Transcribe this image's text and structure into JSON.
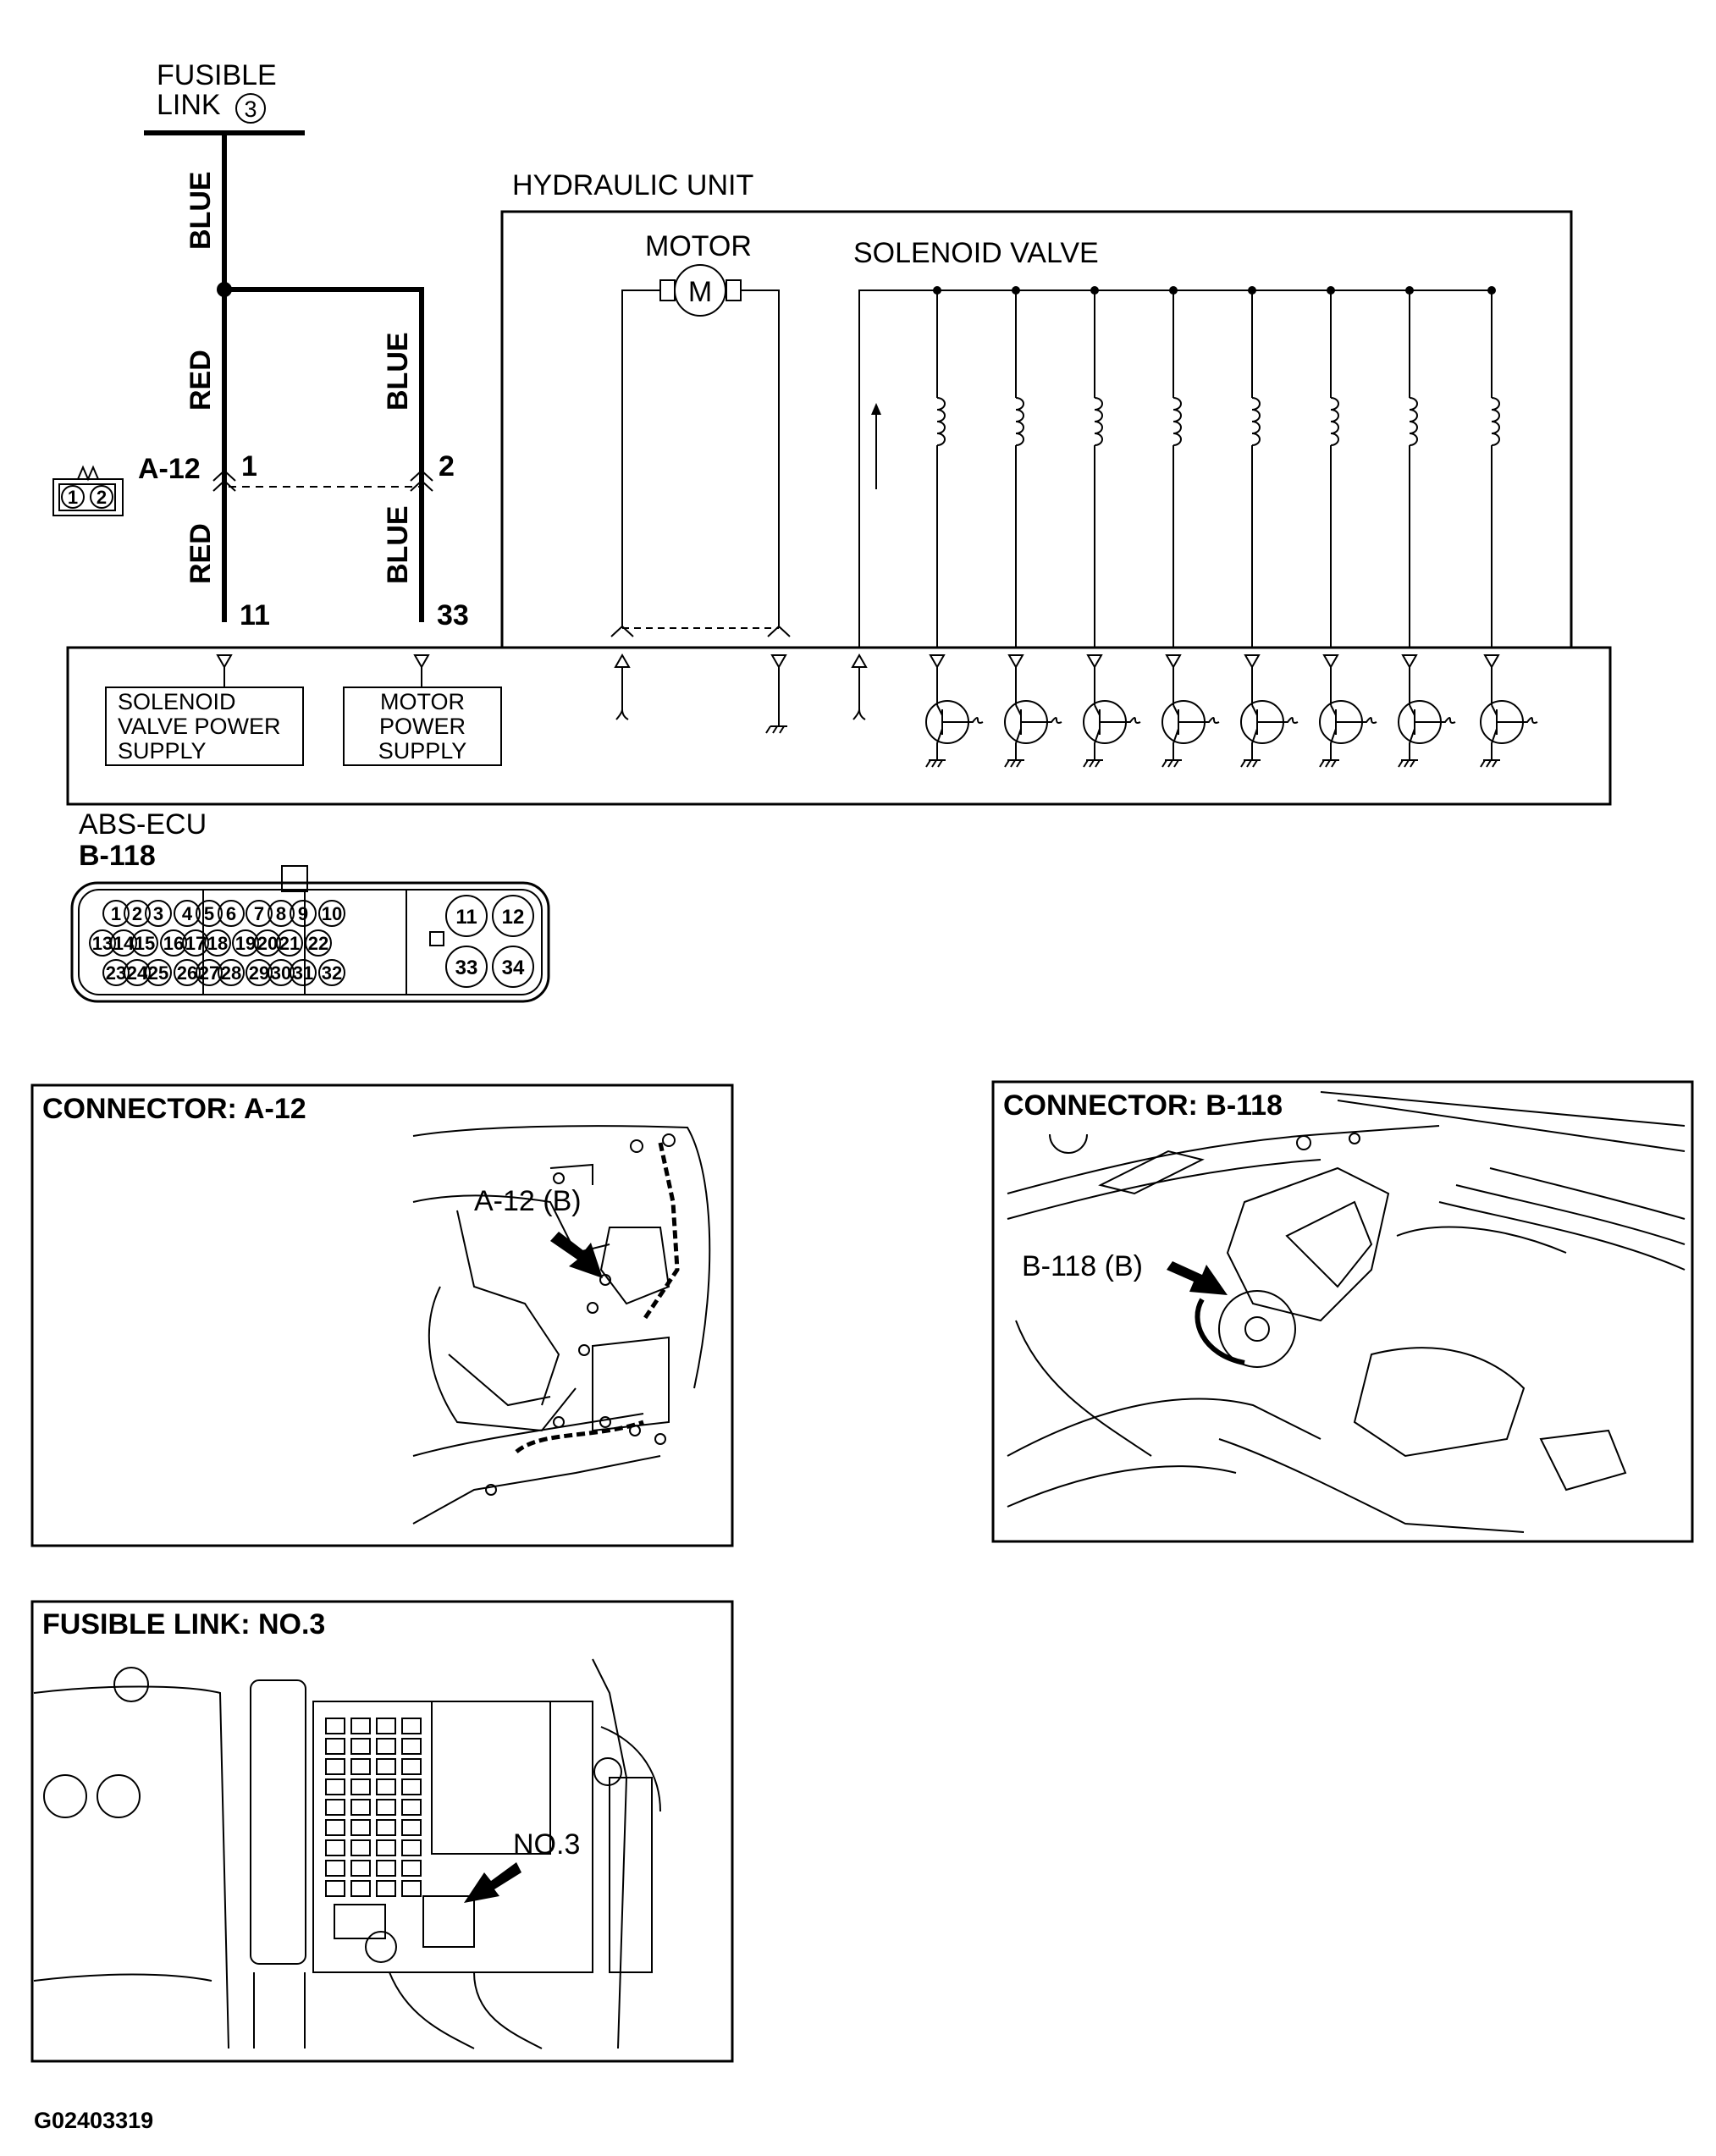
{
  "fusible_link": {
    "title_line1": "FUSIBLE",
    "title_line2": "LINK",
    "number": "3"
  },
  "wires": {
    "blue_top": "BLUE",
    "red_upper": "RED",
    "blue_upper": "BLUE",
    "red_lower": "RED",
    "blue_lower": "BLUE"
  },
  "connector_a12": {
    "name": "A-12",
    "pin_left": "1",
    "pin_right": "2",
    "icon_pins": [
      "1",
      "2"
    ]
  },
  "ecu_pins": {
    "left": "11",
    "right": "33"
  },
  "hydraulic_unit": {
    "title": "HYDRAULIC UNIT",
    "motor_label": "MOTOR",
    "motor_symbol": "M",
    "solenoid_label": "SOLENOID VALVE"
  },
  "ecu": {
    "name": "ABS-ECU",
    "connector": "B-118",
    "box1": [
      "SOLENOID",
      "VALVE POWER",
      "SUPPLY"
    ],
    "box2": [
      "MOTOR",
      "POWER",
      "SUPPLY"
    ]
  },
  "b118_pins": {
    "row1": [
      "1",
      "2",
      "3",
      "4",
      "5",
      "6",
      "7",
      "8",
      "9",
      "10"
    ],
    "row2": [
      "13",
      "14",
      "15",
      "16",
      "17",
      "18",
      "19",
      "20",
      "21",
      "22"
    ],
    "row3": [
      "23",
      "24",
      "25",
      "26",
      "27",
      "28",
      "29",
      "30",
      "31",
      "32"
    ],
    "big": [
      "11",
      "12",
      "33",
      "34"
    ]
  },
  "panels": {
    "a12": {
      "title": "CONNECTOR: A-12",
      "callout": "A-12 (B)"
    },
    "b118": {
      "title": "CONNECTOR: B-118",
      "callout": "B-118 (B)"
    },
    "fusible": {
      "title": "FUSIBLE LINK: NO.3",
      "callout": "NO.3"
    }
  },
  "figure_code": "G02403319"
}
